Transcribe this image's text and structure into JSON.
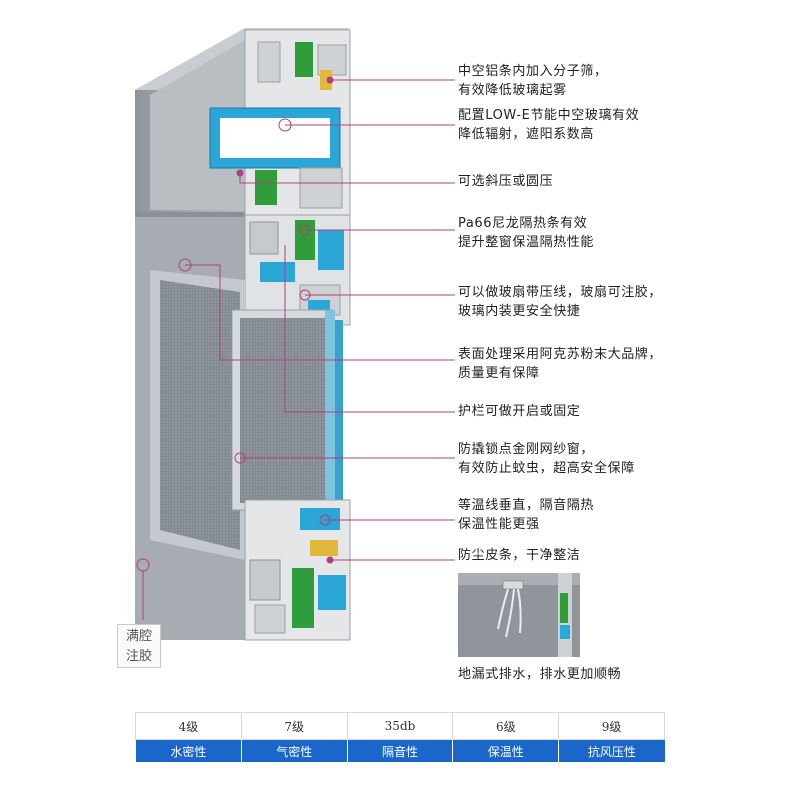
{
  "callouts": [
    {
      "lines": [
        "中空铝条内加入分子筛，",
        "有效降低玻璃起雾"
      ]
    },
    {
      "lines": [
        "配置LOW-E节能中空玻璃有效",
        "降低辐射，遮阳系数高"
      ]
    },
    {
      "lines": [
        "可选斜压或圆压"
      ]
    },
    {
      "lines": [
        "Pa66尼龙隔热条有效",
        "提升整窗保温隔热性能"
      ]
    },
    {
      "lines": [
        "可以做玻扇带压线，玻扇可注胶，",
        "玻璃内装更安全快捷"
      ]
    },
    {
      "lines": [
        "表面处理采用阿克苏粉末大品牌，",
        "质量更有保障"
      ]
    },
    {
      "lines": [
        "护栏可做开启或固定"
      ]
    },
    {
      "lines": [
        "防撬锁点金刚网纱窗，",
        "有效防止蚊虫，超高安全保障"
      ]
    },
    {
      "lines": [
        "等温线垂直，隔音隔热",
        "保温性能更强"
      ]
    },
    {
      "lines": [
        "防尘皮条，干净整洁"
      ]
    }
  ],
  "drain_caption": "地漏式排水，排水更加顺畅",
  "stamp": {
    "line1": "满腔",
    "line2": "注胶"
  },
  "ratings": {
    "values": [
      "4级",
      "7级",
      "35db",
      "6级",
      "9级"
    ],
    "labels": [
      "水密性",
      "气密性",
      "隔音性",
      "保温性",
      "抗风压性"
    ]
  },
  "colors": {
    "accent_line": "#b0407a",
    "label_bar": "#1a66c9",
    "frame": "#9a9fa6",
    "glass": "#2aa7d6",
    "gasket_green": "#2f9e3a"
  }
}
